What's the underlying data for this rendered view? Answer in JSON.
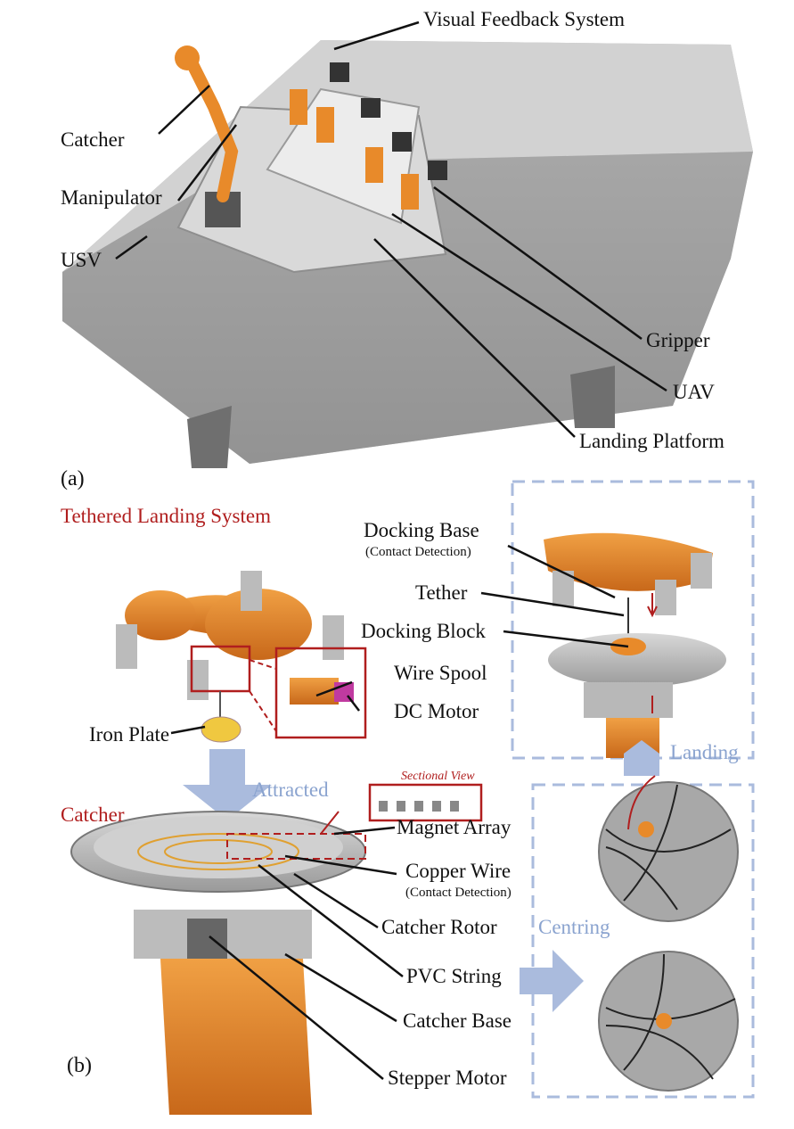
{
  "panel_a": {
    "tag": "(a)",
    "labels": {
      "visual_feedback": "Visual Feedback System",
      "catcher": "Catcher",
      "manipulator": "Manipulator",
      "usv": "USV",
      "gripper": "Gripper",
      "uav": "UAV",
      "landing_platform": "Landing Platform"
    }
  },
  "panel_b": {
    "tag": "(b)",
    "title": "Tethered Landing System",
    "labels": {
      "docking_base": "Docking Base",
      "contact_detection_1": "(Contact Detection)",
      "tether": "Tether",
      "docking_block": "Docking Block",
      "wire_spool": "Wire Spool",
      "dc_motor": "DC Motor",
      "iron_plate": "Iron Plate",
      "landing": "Landing",
      "attracted": "Attracted",
      "sectional_view": "Sectional View",
      "catcher": "Catcher",
      "magnet_array": "Magnet Array",
      "copper_wire": "Copper Wire",
      "contact_detection_2": "(Contact Detection)",
      "catcher_rotor": "Catcher Rotor",
      "centring": "Centring",
      "pvc_string": "PVC String",
      "catcher_base": "Catcher Base",
      "stepper_motor": "Stepper Motor"
    }
  },
  "colors": {
    "accent_red": "#b01e1e",
    "arrow_blue": "#aabbdd",
    "orange": "#e88a2a",
    "gray": "#a8a8a8"
  }
}
